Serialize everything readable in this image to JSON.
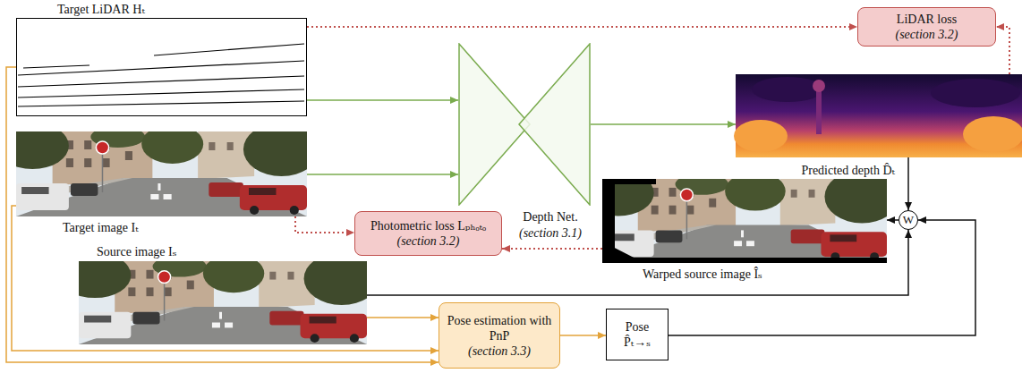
{
  "diagram": {
    "nodes": [
      {
        "text": [
          "Target LiDAR Hₜ"
        ]
      },
      {
        "text": [
          "LiDAR loss",
          "(section 3.2)"
        ]
      },
      {
        "text": [
          "Depth Net.",
          "(section 3.1)"
        ]
      },
      {
        "text": [
          "Predicted depth D̂ₜ"
        ]
      },
      {
        "text": [
          "Target image Iₜ"
        ]
      },
      {
        "text": [
          "Photometric loss Lₚₕₒₜₒ",
          "(section 3.2)"
        ]
      },
      {
        "text": [
          "Warped source image Îₛ"
        ]
      },
      {
        "text": [
          "W"
        ]
      },
      {
        "text": [
          "Source image Iₛ"
        ]
      },
      {
        "text": [
          "Pose estimation with PnP",
          "(section 3.3)"
        ]
      },
      {
        "text": [
          "Pose",
          "P̂ₜ→ₛ"
        ]
      }
    ],
    "edges": [
      {
        "from": 0,
        "to": 2,
        "arrow": "to"
      },
      {
        "from": 4,
        "to": 2,
        "arrow": "to"
      },
      {
        "from": 2,
        "to": 3,
        "arrow": "to"
      },
      {
        "from": 0,
        "to": 1,
        "arrow": "to"
      },
      {
        "from": 3,
        "to": 1,
        "arrow": "to"
      },
      {
        "from": 4,
        "to": 5,
        "arrow": "to"
      },
      {
        "from": 6,
        "to": 5,
        "arrow": "to"
      },
      {
        "from": 3,
        "to": 7,
        "arrow": "to"
      },
      {
        "from": 7,
        "to": 6,
        "arrow": "to"
      },
      {
        "from": 8,
        "to": 7,
        "arrow": "to"
      },
      {
        "from": 10,
        "to": 7,
        "arrow": "to"
      },
      {
        "from": 8,
        "to": 9,
        "arrow": "to"
      },
      {
        "from": 4,
        "to": 9,
        "arrow": "to"
      },
      {
        "from": 0,
        "to": 9,
        "arrow": "to"
      },
      {
        "from": 9,
        "to": 10,
        "arrow": "to"
      }
    ]
  }
}
